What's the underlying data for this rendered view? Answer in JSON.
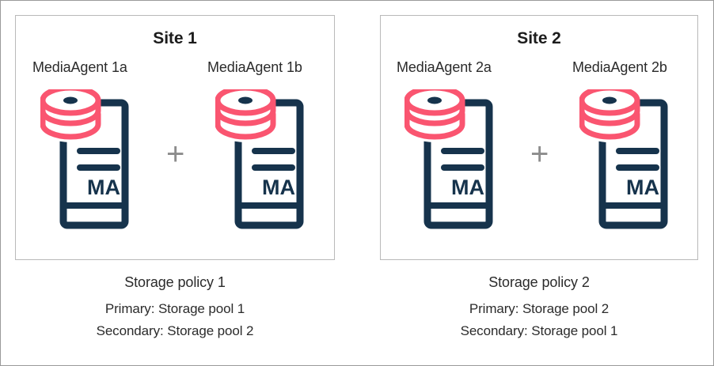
{
  "colors": {
    "disk_pink": "#FA5570",
    "server_navy": "#16334C",
    "box_border": "#b9b9b9",
    "outer_border": "#9a9a9a",
    "plus_gray": "#8c8c8c",
    "text": "#2b2b2b",
    "background": "#ffffff"
  },
  "sites": [
    {
      "title": "Site 1",
      "plus": "+",
      "agents": [
        {
          "label": "MediaAgent 1a",
          "icon_text": "MA"
        },
        {
          "label": "MediaAgent 1b",
          "icon_text": "MA"
        }
      ],
      "caption": {
        "policy": "Storage policy 1",
        "primary": "Primary: Storage pool 1",
        "secondary": "Secondary: Storage pool 2"
      }
    },
    {
      "title": "Site 2",
      "plus": "+",
      "agents": [
        {
          "label": "MediaAgent 2a",
          "icon_text": "MA"
        },
        {
          "label": "MediaAgent 2b",
          "icon_text": "MA"
        }
      ],
      "caption": {
        "policy": "Storage policy 2",
        "primary": "Primary: Storage pool 2",
        "secondary": "Secondary: Storage pool 1"
      }
    }
  ]
}
